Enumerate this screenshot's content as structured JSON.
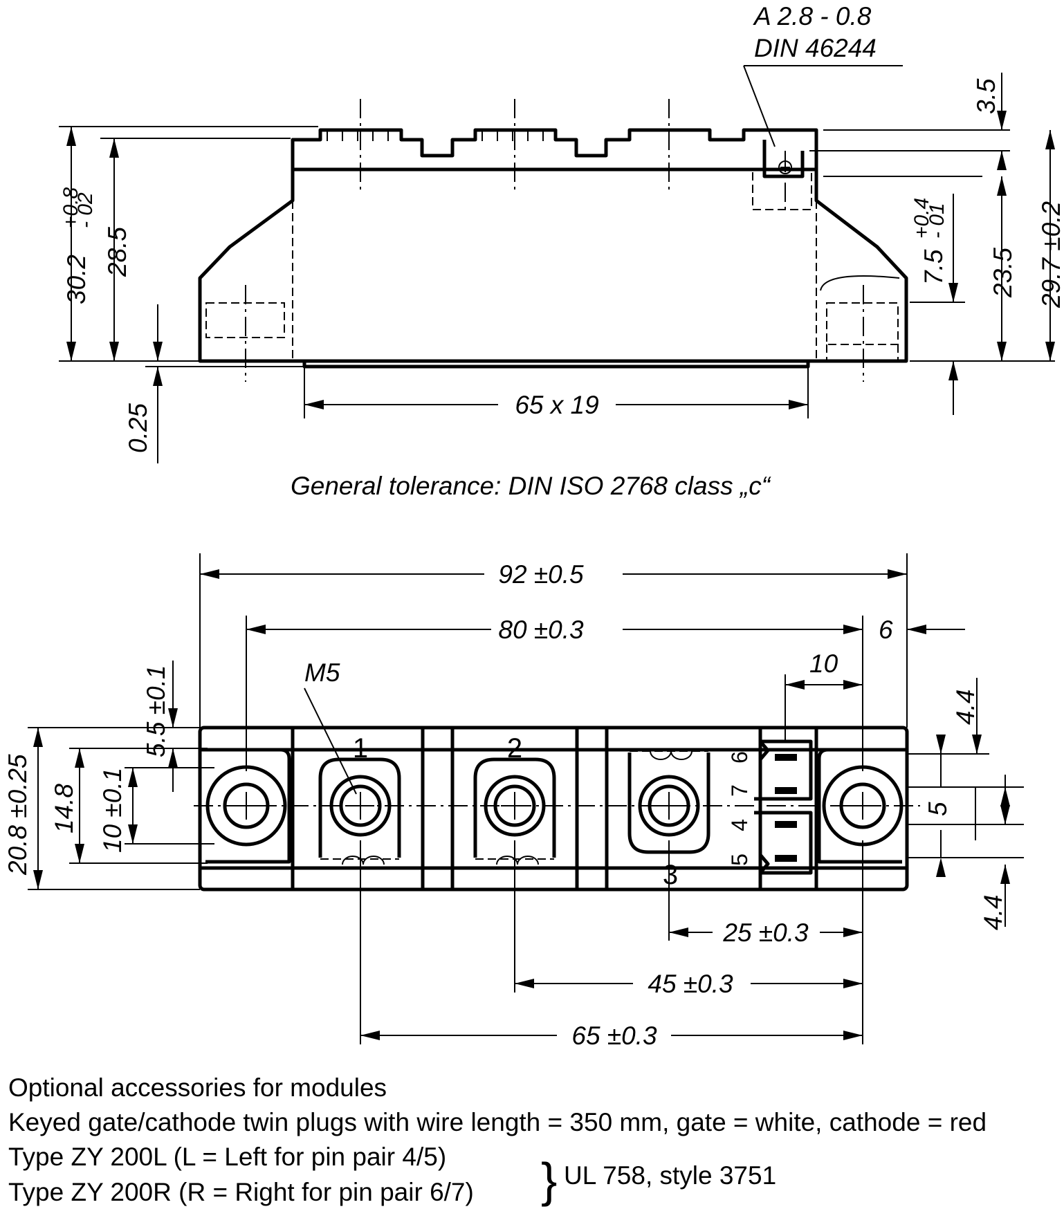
{
  "side_view": {
    "tab_label": "A 2.8 - 0.8",
    "tab_standard": "DIN 46244",
    "dim_3_5": "3.5",
    "dim_30_2": "30.2",
    "dim_30_2_tol_upper": "+0.8",
    "dim_30_2_tol_lower": "- 02",
    "dim_28_5": "28.5",
    "dim_7_5": "7.5",
    "dim_7_5_tol_upper": "+0.4",
    "dim_7_5_tol_lower": "- 01",
    "dim_23_5": "23.5",
    "dim_29_7": "29.7 ±0.2",
    "dim_0_25": "0.25",
    "dim_65x19": "65 x 19"
  },
  "general_tolerance": "General tolerance: DIN ISO 2768 class „c“",
  "top_view": {
    "dim_92": "92 ±0.5",
    "dim_80": "80 ±0.3",
    "dim_6": "6",
    "dim_10": "10",
    "label_m5": "M5",
    "dim_5_5": "5.5 ±0.1",
    "dim_20_8": "20.8 ±0.25",
    "dim_14_8": "14.8",
    "dim_10_0_1": "10 ±0.1",
    "dim_4_4_top": "4.4",
    "dim_5": "5",
    "dim_4_4_bottom": "4.4",
    "dim_25": "25 ±0.3",
    "dim_45": "45 ±0.3",
    "dim_65": "65 ±0.3",
    "terminal_1": "1",
    "terminal_2": "2",
    "terminal_3": "3",
    "pin_6": "6",
    "pin_7": "7",
    "pin_4": "4",
    "pin_5": "5"
  },
  "notes": {
    "line1": "Optional accessories for modules",
    "line2": "Keyed gate/cathode twin plugs with wire length = 350 mm, gate = white, cathode = red",
    "line3": "Type ZY 200L  (L = Left for pin pair 4/5)",
    "line4": "Type ZY 200R (R = Right for pin pair 6/7)",
    "brace": "}",
    "line5": "UL 758, style 3751"
  }
}
